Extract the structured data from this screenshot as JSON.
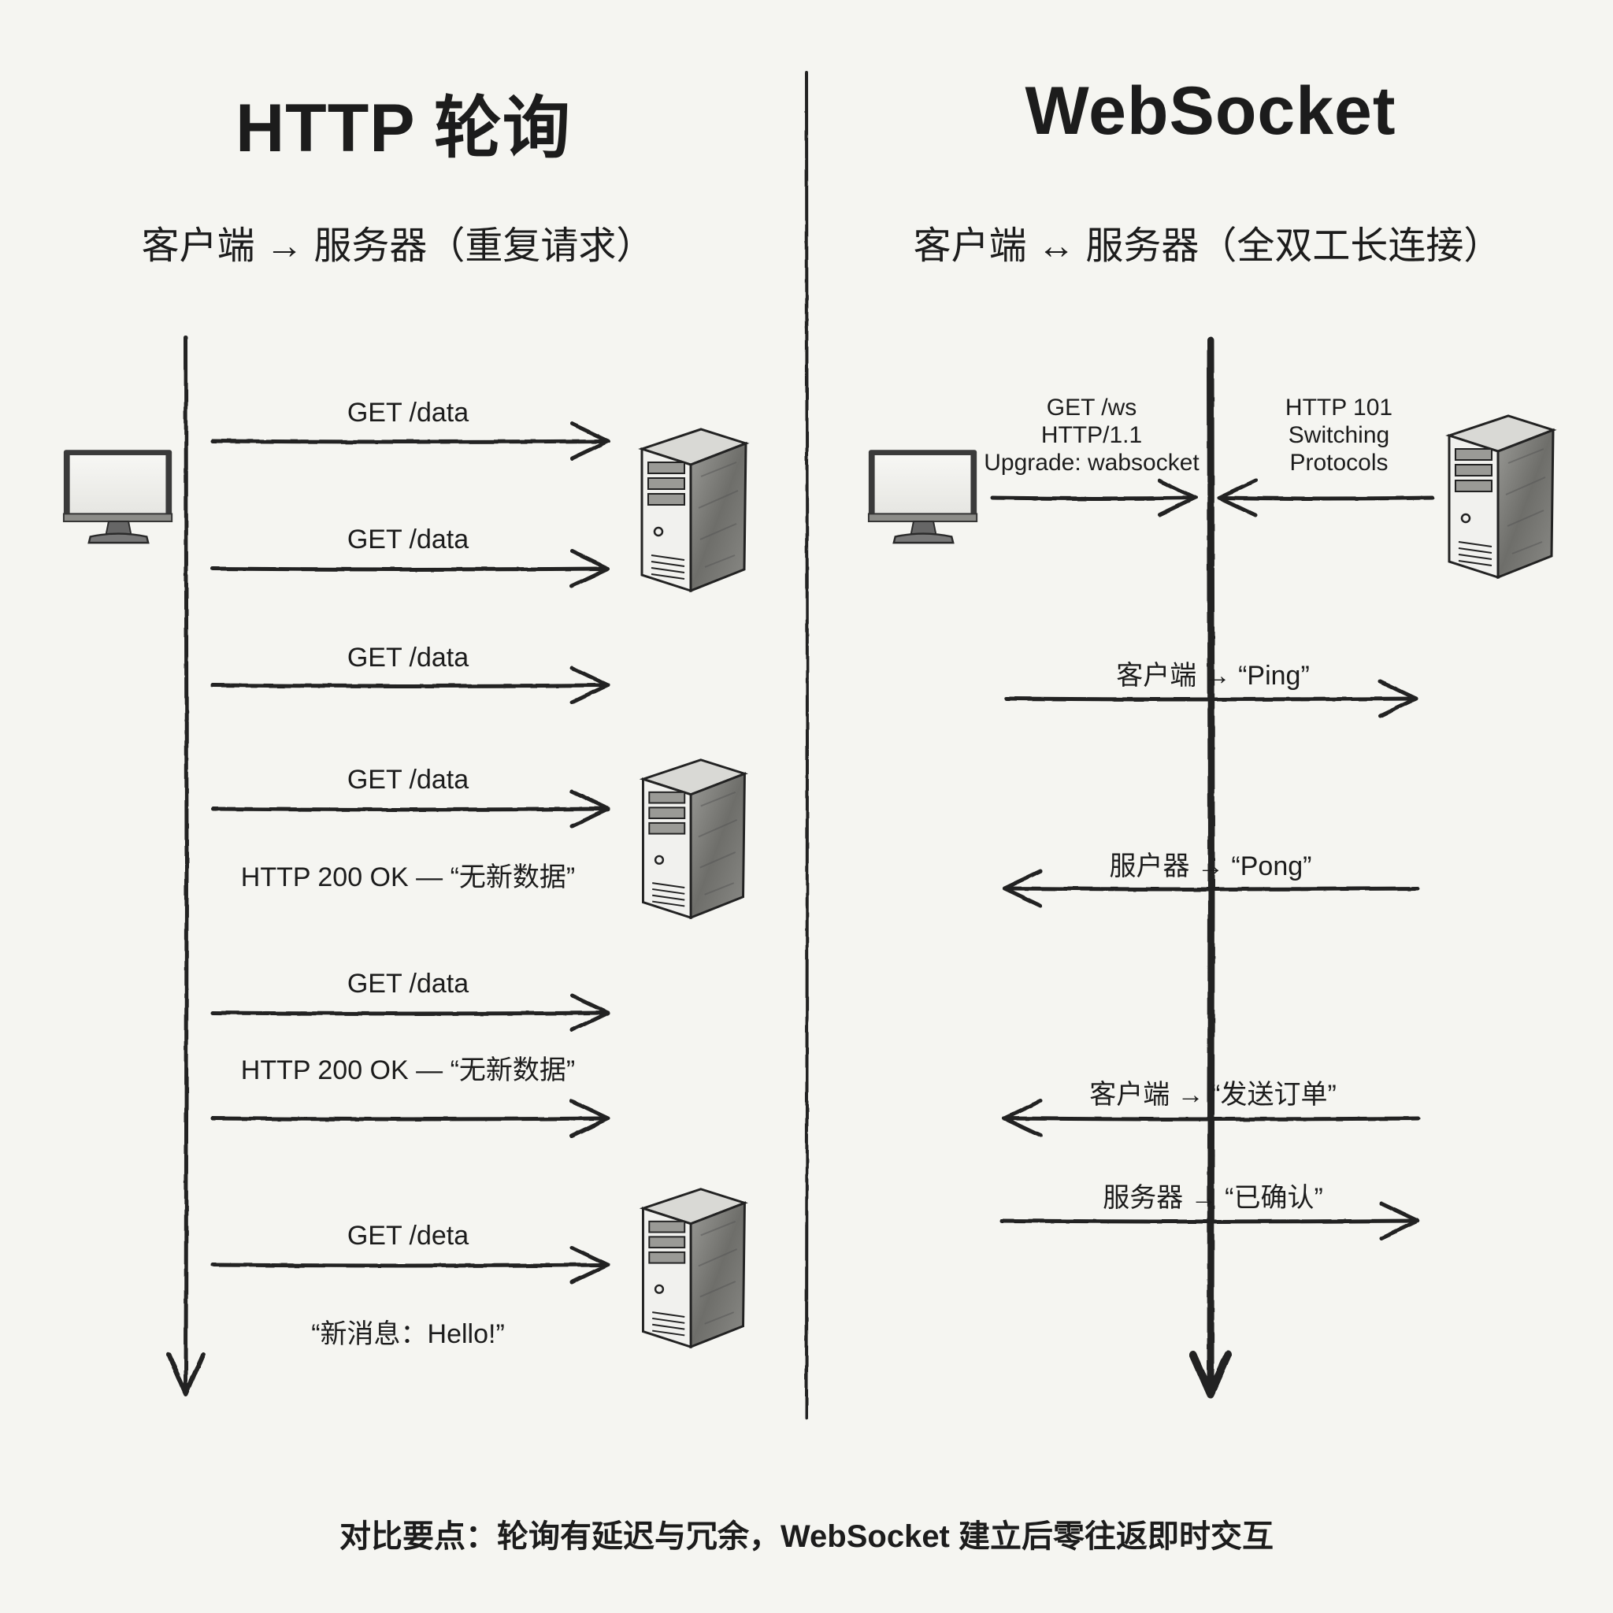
{
  "left_panel": {
    "title": "HTTP 轮询",
    "subtitle": "客户端 → 服务器（重复请求）",
    "requests": [
      "GET /data",
      "GET /data",
      "GET /data",
      "GET /data",
      "GET /data",
      "GET /deta"
    ],
    "responses": [
      "HTTP 200 OK — “无新数据”",
      "HTTP 200 OK — “无新数据”"
    ],
    "final_message": "“新消息：Hello!”"
  },
  "right_panel": {
    "title": "WebSocket",
    "subtitle": "客户端 ↔ 服务器（全双工长连接）",
    "handshake_request": [
      "GET /ws",
      "HTTP/1.1",
      "Upgrade: wabsocket"
    ],
    "handshake_response": [
      "HTTP 101",
      "Switching",
      "Protocols"
    ],
    "messages": [
      "客户端 → “Ping”",
      "服户器 → “Pong”",
      "客户端 → “发送订单”",
      "服务器 → “已确认”"
    ]
  },
  "footer": {
    "summary": "对比要点：轮询有延迟与冗余，WebSocket 建立后零往返即时交互"
  },
  "icons": [
    "monitor-icon",
    "server-tower-icon"
  ],
  "colors": {
    "ink": "#222222",
    "background": "#f5f5f1"
  }
}
